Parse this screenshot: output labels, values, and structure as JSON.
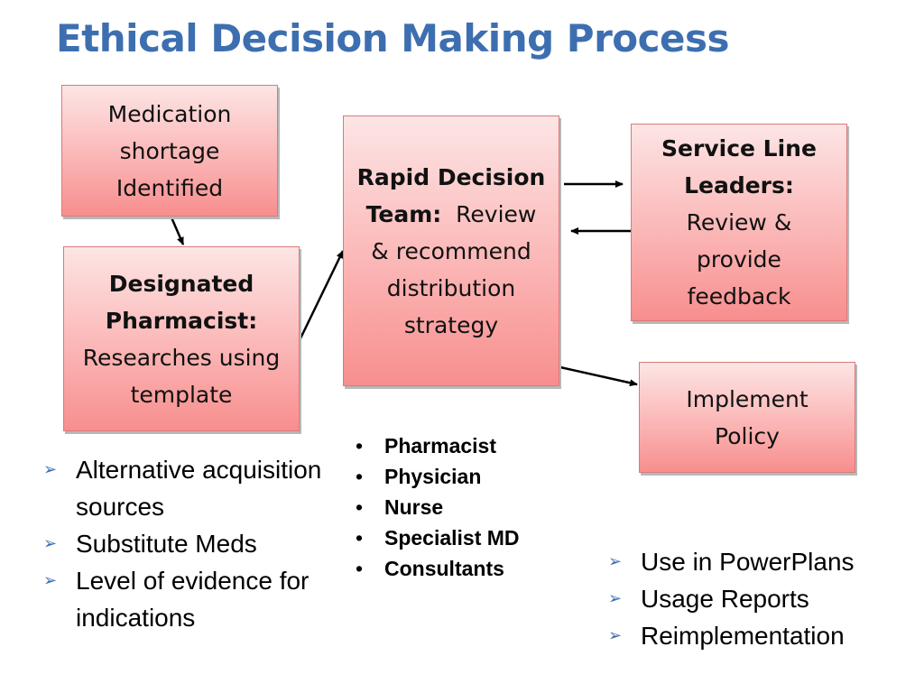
{
  "title": "Ethical Decision Making Process",
  "colors": {
    "title": "#3d6fb0",
    "box_fill_top": "#fde5e5",
    "box_fill_bottom": "#f88e8e",
    "box_border": "#d77b7b"
  },
  "boxes": {
    "medication": {
      "lines": [
        "Medication",
        "shortage",
        "Identified"
      ]
    },
    "pharmacist": {
      "bold": [
        "Designated",
        "Pharmacist:"
      ],
      "lines": [
        "Researches using",
        "template"
      ]
    },
    "rapid": {
      "bold1": "Rapid Decision",
      "bold2": "Team:",
      "text2": "Review",
      "lines": [
        "& recommend",
        "distribution",
        "strategy"
      ]
    },
    "service": {
      "bold": [
        "Service Line",
        "Leaders:"
      ],
      "lines": [
        "Review &",
        "provide",
        "feedback"
      ]
    },
    "implement": {
      "lines": [
        "Implement",
        "Policy"
      ]
    }
  },
  "left_list": [
    "Alternative acquisition sources",
    "Substitute Meds",
    "Level of evidence for indications"
  ],
  "team_list": [
    "Pharmacist",
    "Physician",
    "Nurse",
    "Specialist MD",
    "Consultants"
  ],
  "right_list": [
    "Use in PowerPlans",
    "Usage Reports",
    "Reimplementation"
  ],
  "icons": {
    "arrow_bullet": "arrowhead-bullet-icon",
    "dot_bullet": "dot-bullet-icon"
  }
}
